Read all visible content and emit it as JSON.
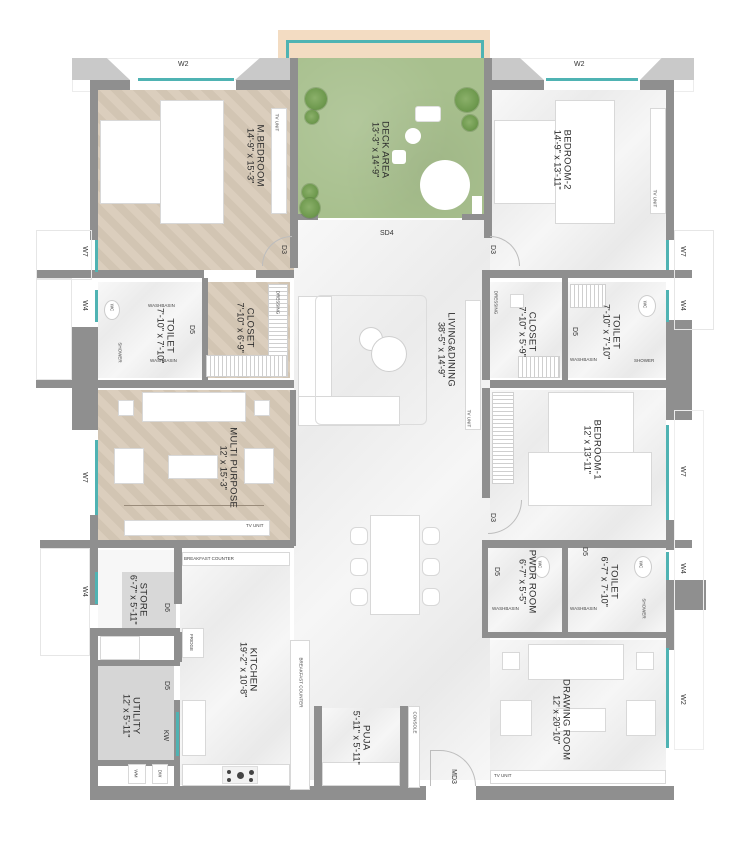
{
  "floor_plan": {
    "rooms": [
      {
        "id": "m-bedroom",
        "name": "M.BEDROOM",
        "dims": "14'-9\" x 15'-3\""
      },
      {
        "id": "deck-area",
        "name": "DECK AREA",
        "dims": "13'-3\" x 14'-9\""
      },
      {
        "id": "bedroom-2",
        "name": "BEDROOM-2",
        "dims": "14'-9\" x 13'-11\""
      },
      {
        "id": "toilet-master",
        "name": "TOILET",
        "dims": "7'-10\" x 7'-10\""
      },
      {
        "id": "closet-master",
        "name": "CLOSET",
        "dims": "7'-10\" x 6'-9\""
      },
      {
        "id": "closet-b2",
        "name": "CLOSET",
        "dims": "7'-10\" x 5'-9\""
      },
      {
        "id": "toilet-b2",
        "name": "TOILET",
        "dims": "7'-10\" x 7'-10\""
      },
      {
        "id": "living-dining",
        "name": "LIVING&DINING",
        "dims": "38'-5\" x 14'-9\""
      },
      {
        "id": "multi-purpose",
        "name": "MULTI PURPOSE",
        "dims": "12' x 15'-3\""
      },
      {
        "id": "bedroom-1",
        "name": "BEDROOM-1",
        "dims": "12' x 13'-11\""
      },
      {
        "id": "pwdr-room",
        "name": "PWDR ROOM",
        "dims": "6'-7\" x 5'-5\""
      },
      {
        "id": "toilet-b1",
        "name": "TOILET",
        "dims": "6'-7\" x 7'-10\""
      },
      {
        "id": "store",
        "name": "STORE",
        "dims": "6'-7\" x 5'-11\""
      },
      {
        "id": "kitchen",
        "name": "KITCHEN",
        "dims": "19'-2\" x 10'-8\""
      },
      {
        "id": "utility",
        "name": "UTILITY",
        "dims": "12' x 5'-11\""
      },
      {
        "id": "puja",
        "name": "PUJA",
        "dims": "5'-11\" x 5'-11\""
      },
      {
        "id": "drawing-room",
        "name": "DRAWING ROOM",
        "dims": "12' x 20'-10\""
      }
    ],
    "window_tags": {
      "w2": "W2",
      "w7": "W7",
      "w4": "W4",
      "sd4": "SD4",
      "kw": "KW"
    },
    "door_tags": {
      "d3": "D3",
      "d5": "D5",
      "d6": "D6",
      "md3": "MD3"
    },
    "fixture_labels": {
      "tv_unit": "TV UNIT",
      "dressing": "DRESSING",
      "shower": "SHOWER",
      "washbasin": "WASHBASIN",
      "wc": "WC",
      "breakfast_counter": "BREAKFAST COUNTER",
      "fridge": "FRIDGE",
      "console": "CONSOLE",
      "wm": "WM",
      "dw": "DW"
    },
    "colors": {
      "wall": "#8f8f8f",
      "glazing": "#4fb3b3",
      "deck_green": "#a8c08e",
      "wood_floor": "#d9cbb9",
      "marble_floor": "#f0f0f0",
      "deck_surround": "#f3dcc2",
      "utility_floor": "#d6d6d6"
    }
  }
}
